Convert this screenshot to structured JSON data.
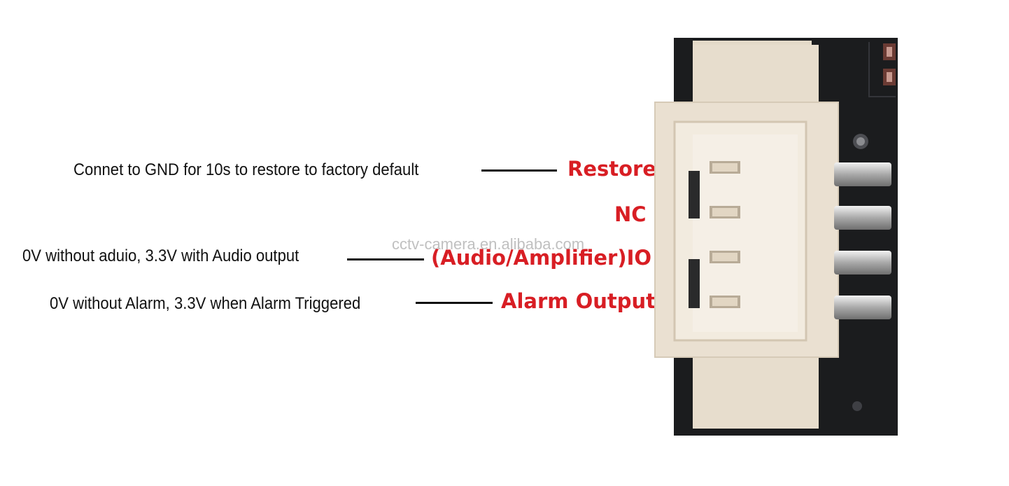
{
  "labels": {
    "restore": {
      "pin": "Restore",
      "desc": "Connet to GND for 10s to restore to factory default"
    },
    "nc": {
      "pin": "NC"
    },
    "audio_io": {
      "pin": "(Audio/Amplifier)IO",
      "desc": "0V without aduio, 3.3V with Audio output"
    },
    "alarm": {
      "pin": "Alarm Output",
      "desc": "0V without Alarm, 3.3V when Alarm Triggered"
    }
  },
  "watermark": "cctv-camera.en.alibaba.com",
  "colors": {
    "pin_label": "#d81e24",
    "desc_text": "#111111",
    "pcb": "#1b1c1e",
    "connector": "#eae0d1"
  }
}
